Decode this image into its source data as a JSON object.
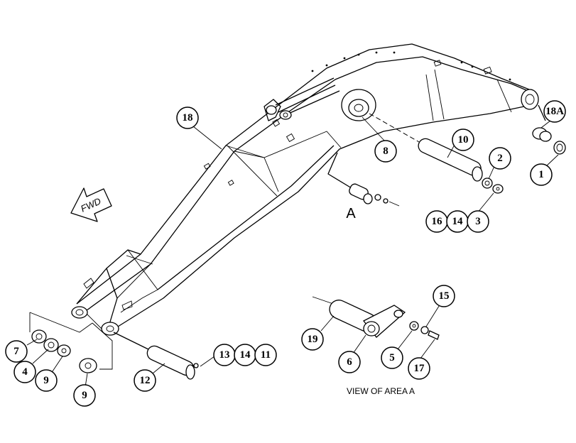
{
  "diagram": {
    "callouts": {
      "c18": "18",
      "c18a": "18A",
      "c1": "1",
      "c8": "8",
      "c10": "10",
      "c2": "2",
      "c16": "16",
      "c14a": "14",
      "c3": "3",
      "c7": "7",
      "c4": "4",
      "c9a": "9",
      "c9b": "9",
      "c12": "12",
      "c13": "13",
      "c14b": "14",
      "c11": "11",
      "c19": "19",
      "c6": "6",
      "c5": "5",
      "c15": "15",
      "c17": "17"
    },
    "fwd_label": "FWD",
    "area_marker": "A",
    "view_caption": "VIEW OF AREA A"
  }
}
